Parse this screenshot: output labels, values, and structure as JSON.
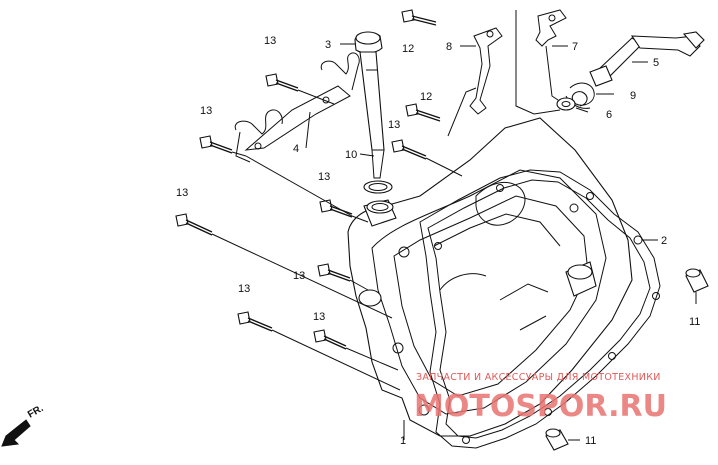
{
  "callouts": [
    {
      "id": "c1",
      "text": "1"
    },
    {
      "id": "c2",
      "text": "2"
    },
    {
      "id": "c3",
      "text": "3"
    },
    {
      "id": "c4",
      "text": "4"
    },
    {
      "id": "c5",
      "text": "5"
    },
    {
      "id": "c6",
      "text": "6"
    },
    {
      "id": "c7",
      "text": "7"
    },
    {
      "id": "c8",
      "text": "8"
    },
    {
      "id": "c9",
      "text": "9"
    },
    {
      "id": "c10",
      "text": "10"
    },
    {
      "id": "c11a",
      "text": "11"
    },
    {
      "id": "c11b",
      "text": "11"
    },
    {
      "id": "c12a",
      "text": "12"
    },
    {
      "id": "c12b",
      "text": "12"
    },
    {
      "id": "c13a",
      "text": "13"
    },
    {
      "id": "c13b",
      "text": "13"
    },
    {
      "id": "c13c",
      "text": "13"
    },
    {
      "id": "c13d",
      "text": "13"
    },
    {
      "id": "c13e",
      "text": "13"
    },
    {
      "id": "c13f",
      "text": "13"
    },
    {
      "id": "c13g",
      "text": "13"
    },
    {
      "id": "c13h",
      "text": "13"
    }
  ],
  "direction_label": "FR.",
  "watermark": {
    "line1": "ЗАПЧАСТИ И АКСЕССУАРЫ ДЛЯ МОТОТЕХНИКИ",
    "line2": "MOTOSPOR.RU"
  },
  "colors": {
    "ink": "#111111",
    "watermark": "#e15a57"
  }
}
